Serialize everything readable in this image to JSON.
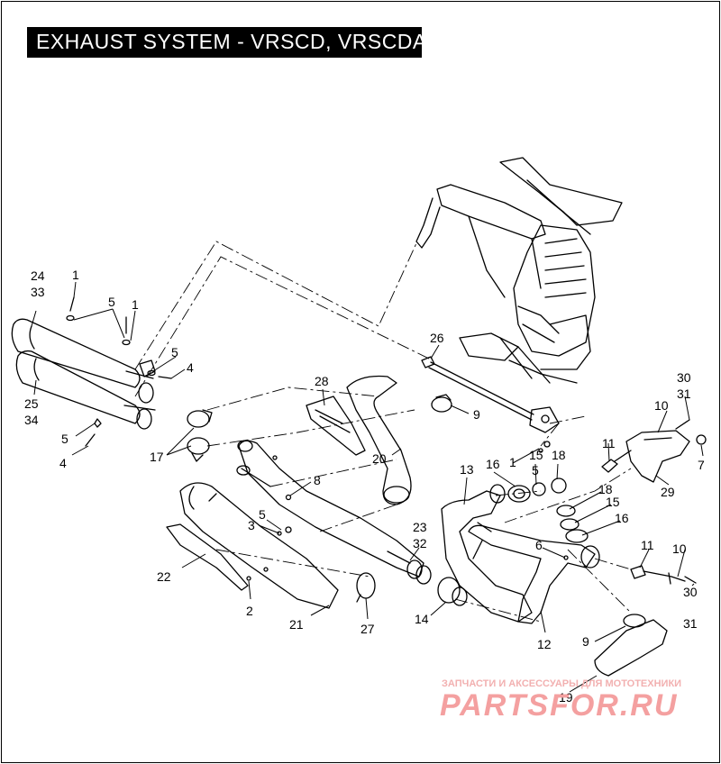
{
  "title": "EXHAUST SYSTEM - VRSCD, VRSCDA",
  "callouts": {
    "c24": "24",
    "c33": "33",
    "c25": "25",
    "c34": "34",
    "c1a": "1",
    "c1b": "1",
    "c1c": "1",
    "c5a": "5",
    "c5b": "5",
    "c5c": "5",
    "c5d": "5",
    "c5e": "5",
    "c4a": "4",
    "c4b": "4",
    "c17": "17",
    "c28": "28",
    "c20": "20",
    "c26": "26",
    "c9a": "9",
    "c9b": "9",
    "c8": "8",
    "c3": "3",
    "c23": "23",
    "c32": "32",
    "c22": "22",
    "c2": "2",
    "c21": "21",
    "c27": "27",
    "c14": "14",
    "c13": "13",
    "c16a": "16",
    "c16b": "16",
    "c15a": "15",
    "c15b": "15",
    "c18a": "18",
    "c18b": "18",
    "c6": "6",
    "c12": "12",
    "c11a": "11",
    "c11b": "11",
    "c10a": "10",
    "c10b": "10",
    "c30a": "30",
    "c31a": "31",
    "c30b": "30",
    "c31b": "31",
    "c29": "29",
    "c7": "7",
    "c19": "19"
  },
  "watermark": {
    "subtitle": "ЗАПЧАСТИ И АКСЕССУАРЫ ДЛЯ МОТОТЕХНИКИ",
    "logo": "PARTSFOR.RU"
  },
  "colors": {
    "line": "#000000",
    "title_bg": "#000000",
    "title_fg": "#ffffff",
    "watermark": "#f4a0a0"
  }
}
